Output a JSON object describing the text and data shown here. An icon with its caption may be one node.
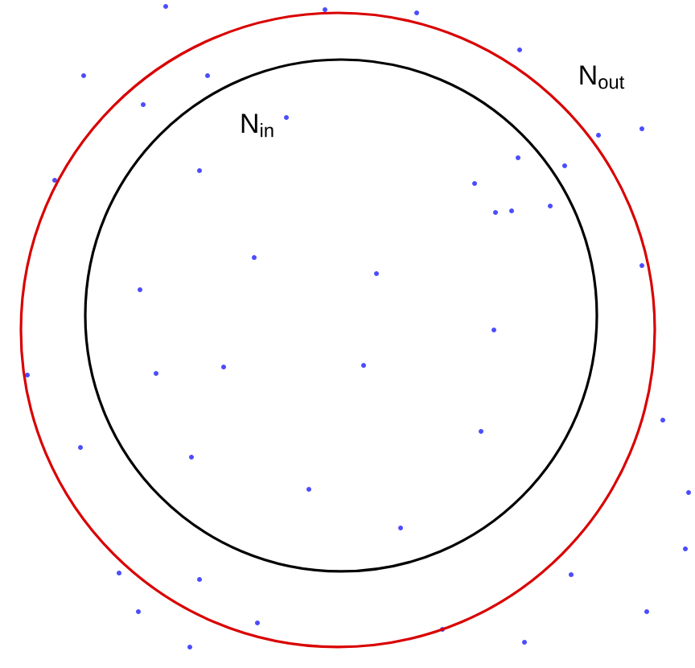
{
  "diagram": {
    "nodes": [
      {
        "text": [
          "N$_{out}$"
        ]
      },
      {
        "text": [
          "N$_{in}$"
        ],
        "in": 0
      }
    ]
  }
}
